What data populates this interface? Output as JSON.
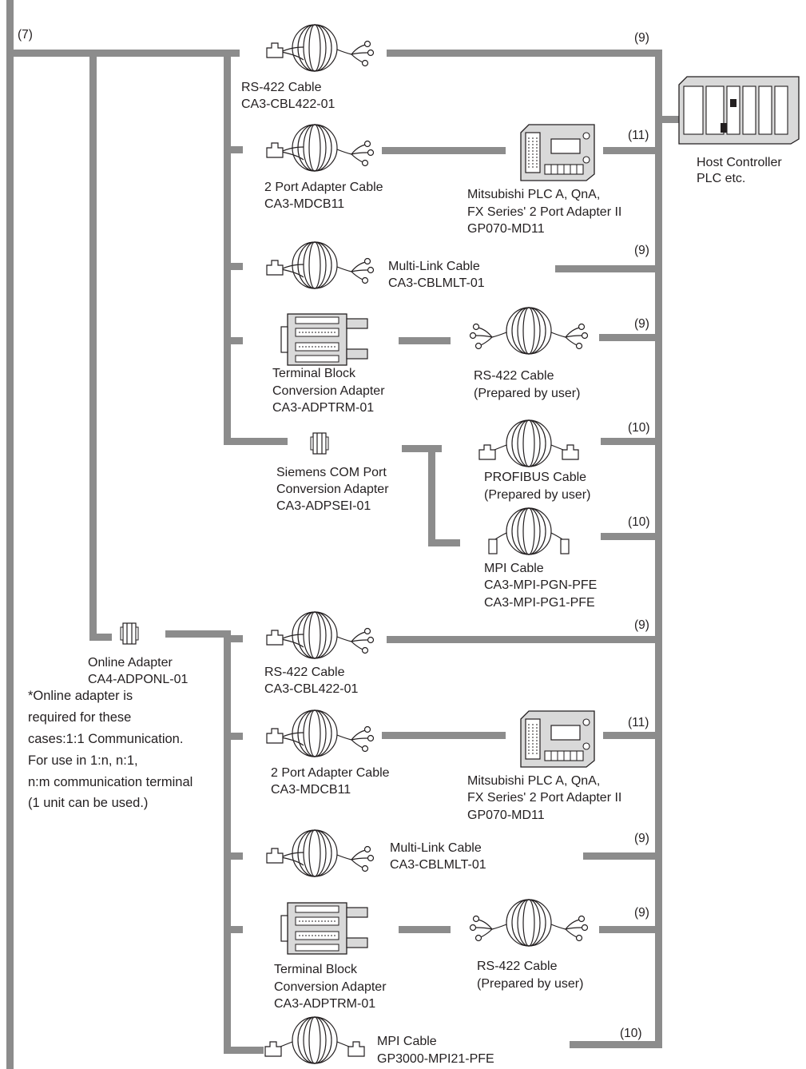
{
  "colors": {
    "rail": "#8c8c8c",
    "ink": "#231f20",
    "device_fill": "#d9d9d9"
  },
  "tags": {
    "t7": "(7)",
    "t9a": "(9)",
    "t11a": "(11)",
    "t9b": "(9)",
    "t9c": "(9)",
    "t10a": "(10)",
    "t10b": "(10)",
    "t9d": "(9)",
    "t11b": "(11)",
    "t9e": "(9)",
    "t9f": "(9)",
    "t10c": "(10)"
  },
  "host": {
    "line1": "Host Controller",
    "line2": "PLC etc.",
    "icon": "plc-rack-icon"
  },
  "upper": {
    "rs422": {
      "name": "RS-422 Cable",
      "code": "CA3-CBL422-01"
    },
    "port2": {
      "name": "2 Port Adapter Cable",
      "code": "CA3-MDCB11"
    },
    "mitsu": {
      "line1": "Mitsubishi PLC A, QnA,",
      "line2": "FX Series' 2 Port Adapter II",
      "line3": "GP070-MD11"
    },
    "multilink": {
      "name": "Multi-Link Cable",
      "code": "CA3-CBLMLT-01"
    },
    "terminal": {
      "line1": "Terminal Block",
      "line2": "Conversion Adapter",
      "line3": "CA3-ADPTRM-01"
    },
    "rs422user": {
      "name": "RS-422 Cable",
      "note": "(Prepared by user)"
    },
    "siemens": {
      "line1": "Siemens COM Port",
      "line2": "Conversion Adapter",
      "line3": "CA3-ADPSEI-01"
    },
    "profibus": {
      "name": "PROFIBUS Cable",
      "note": "(Prepared by user)"
    },
    "mpi": {
      "name": "MPI Cable",
      "code1": "CA3-MPI-PGN-PFE",
      "code2": "CA3-MPI-PG1-PFE"
    }
  },
  "online": {
    "name": "Online Adapter",
    "code": "CA4-ADPONL-01",
    "note": [
      "*Online adapter is",
      "required for these",
      "cases:1:1 Communication.",
      "For use in 1:n, n:1,",
      "n:m communication terminal",
      "(1 unit can be used.)"
    ]
  },
  "lower": {
    "rs422": {
      "name": "RS-422 Cable",
      "code": "CA3-CBL422-01"
    },
    "port2": {
      "name": "2 Port Adapter Cable",
      "code": "CA3-MDCB11"
    },
    "mitsu": {
      "line1": "Mitsubishi PLC A, QnA,",
      "line2": "FX Series' 2 Port Adapter II",
      "line3": "GP070-MD11"
    },
    "multilink": {
      "name": "Multi-Link Cable",
      "code": "CA3-CBLMLT-01"
    },
    "terminal": {
      "line1": "Terminal Block",
      "line2": "Conversion Adapter",
      "line3": "CA3-ADPTRM-01"
    },
    "rs422user": {
      "name": "RS-422 Cable",
      "note": "(Prepared by user)"
    },
    "mpi": {
      "name": "MPI Cable",
      "code": "GP3000-MPI21-PFE"
    }
  }
}
